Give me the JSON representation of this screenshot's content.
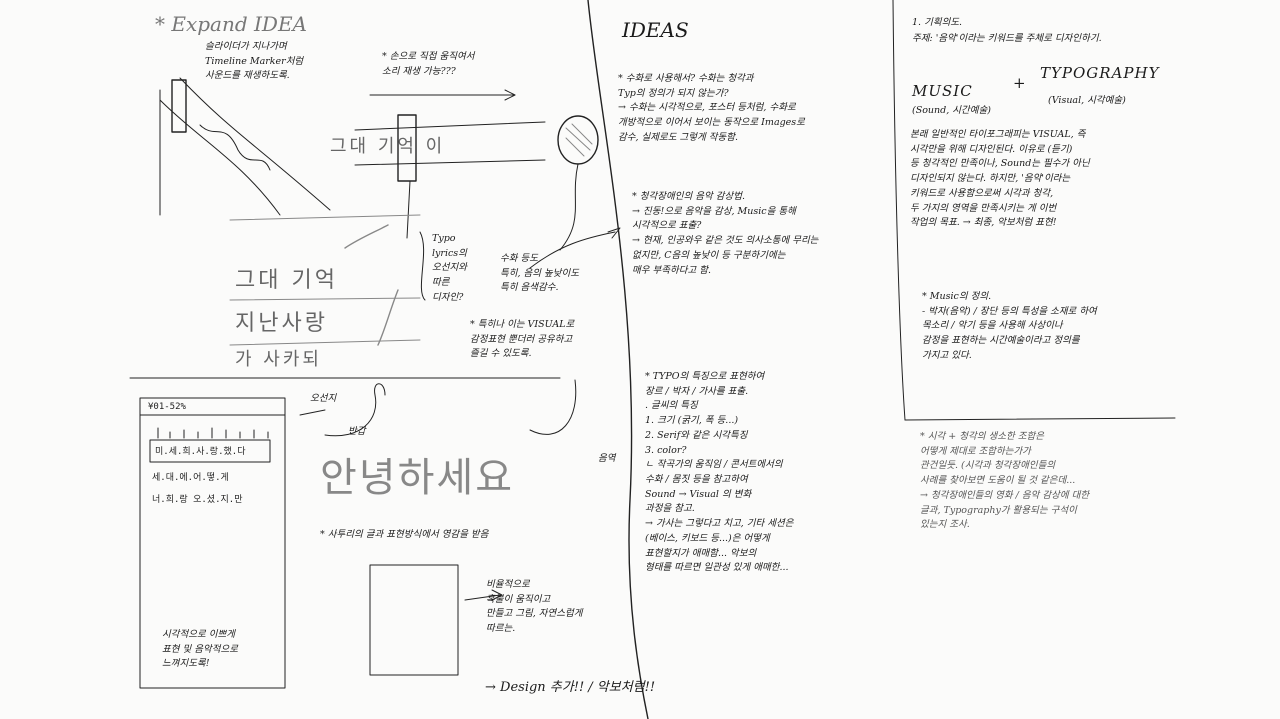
{
  "col1": {
    "expand_title": "* Expand IDEA",
    "slider_note": "슬라이더가 지나가며\nTimeline Marker처럼\n사운드를 재생하도록.",
    "hand_note": "* 손으로 직접 움직여서\n소리 재생 가능???",
    "lyric_1": "그대 기억",
    "lyric_2": "지난사랑",
    "lyric_3": "가   사카되",
    "lyric_top": "그대  기억  이",
    "typo_note": "Typo\nlyrics의\n오선지와\n따른\n디자인?",
    "sign_note": "수화 등도\n특히, 음의 높낮이도\n특히 음색감수.",
    "visual_note": "* 특히나 이는 VISUAL로\n감정표현 뿐더러 공유하고\n즐길 수 있도록.",
    "staff_note": "오선지",
    "phone_status": "¥01-52%",
    "phone_line_1": "미.세.희.사.랑.했.다",
    "phone_line_2": "세.대.에.어.떻.게",
    "phone_line_3": "너.희.랑  오.셨.지.만",
    "hello_label": "반갑",
    "hello_big": "안녕하세요",
    "hello_small": "음역",
    "hello_note": "* 사투리의 글과 표현방식에서 영감을 받음",
    "scale_note": "비율적으로\n혹불이 움직이고\n만들고 그림, 자연스럽게\n따르는.",
    "phone_bottom": "시각적으로 이쁘게\n표현 및 음악적으로\n느껴지도록!",
    "design_note": "→ Design 추가!! / 악보처럼!!"
  },
  "col2": {
    "title": "IDEAS",
    "idea1": "* 수화로 사용해서? 수화는 청각과\nTyp의 정의가 되지 않는가?\n→ 수화는 시각적으로, 포스터 등처럼, 수화로\n개방적으로 이어서 보이는 동작으로 Images로\n감수, 실제로도 그렇게 작동함.",
    "idea2": "* 청각장애인의 음악 감상법.\n→ 진동!으로 음악을 감상, Music을 통해\n시각적으로 표출?\n→ 현재, 인공와우 같은 것도 의사소통에 무리는\n없지만, C음의 높낮이 등 구분하기에는\n매우 부족하다고 함.",
    "idea3": "* TYPO의 특징으로 표현하여\n장르 / 박자 / 가사를 표출.\n. 글씨의 특징\n 1. 크기 (굵기, 폭 등...)\n 2. Serif와 같은 시각특징\n 3. color?\nㄴ 작곡가의 움직임 / 콘서트에서의\n수화 / 몸짓 등을 참고하여\nSound → Visual 의 변화\n과정을 참고.\n→ 가사는 그렇다고 치고, 기타 세션은\n(베이스, 키보드 등...)은 어떻게\n표현할지가 애매함... 악보의\n형태를 따르면 일관성 있게 애매한..."
  },
  "col3": {
    "heading": "1. 기획의도.",
    "topic": "주제: '음악'이라는 키워드를 주체로 디자인하기.",
    "music_word": "MUSIC",
    "music_sub": "(Sound, 시간예술)",
    "plus_sign": "+",
    "typo_word": "TYPOGRAPHY",
    "typo_sub": "(Visual, 시각예술)",
    "body": "본래 일반적인 타이포그래피는 VISUAL, 즉\n시각만을 위해 디자인된다. 이유로 (듣기)\n등 청각적인 만족이나, Sound는 필수가 아닌\n디자인되지 않는다. 하지만, '음악'이라는\n키워드로 사용함으로써 시각과 청각,\n두 가지의 영역을 만족시키는 게 이번\n작업의 목표. → 최종, 악보처럼 표현!",
    "music_sect": "* Music의 정의.\n- 박자(음악) / 장단 등의 특성을 소재로 하여\n목소리 / 악기 등을 사용해 사상이나\n감정을 표현하는 시간예술이라고 정의를\n가지고 있다.",
    "note2": "* 시각 + 청각의 생소한 조합은\n어떻게 제대로 조합하는가가\n관건일듯. (시각과 청각장애인들의\n사례를 찾아보면 도움이 될 것 같은데...\n→ 청각장애인들의 영화 / 음악 감상에 대한\n글과, Typography가 활용되는 구석이\n있는지 조사."
  }
}
